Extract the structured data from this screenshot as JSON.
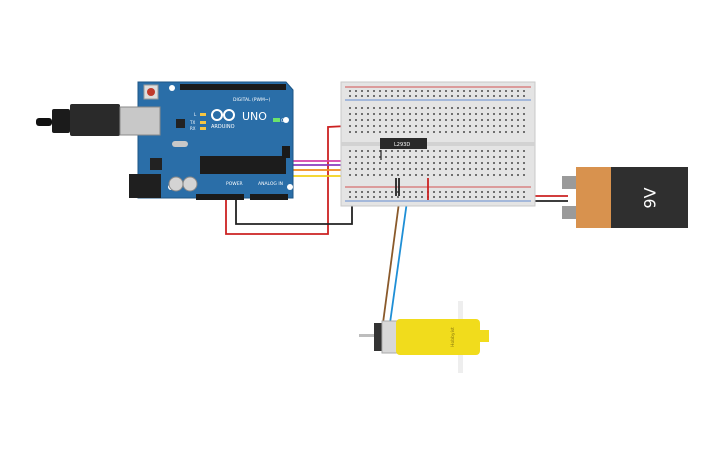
{
  "arduino": {
    "brand_text": "ARDUINO",
    "model_text": "UNO",
    "digital_label": "DIGITAL (PWM~)",
    "power_label": "POWER",
    "analog_label": "ANALOG IN",
    "tx_label": "TX",
    "rx_label": "RX",
    "l_label": "L",
    "on_label": "ON"
  },
  "chip": {
    "label": "L293D"
  },
  "battery": {
    "label": "9V",
    "body_color": "#2f2f2f",
    "label_color": "#d8924e"
  },
  "motor": {
    "label": "Hobbyist",
    "body_color": "#f1dc1c"
  },
  "colors": {
    "board": "#2a6ea8",
    "red_wire": "#cc2222",
    "black_wire": "#222222",
    "yellow_wire": "#f2d21b",
    "orange_wire": "#f08a1c",
    "purple_wire": "#8a3bbf",
    "magenta_wire": "#d63ea7",
    "brown_wire": "#8a5a2b",
    "blue_wire": "#1f8fd6"
  }
}
